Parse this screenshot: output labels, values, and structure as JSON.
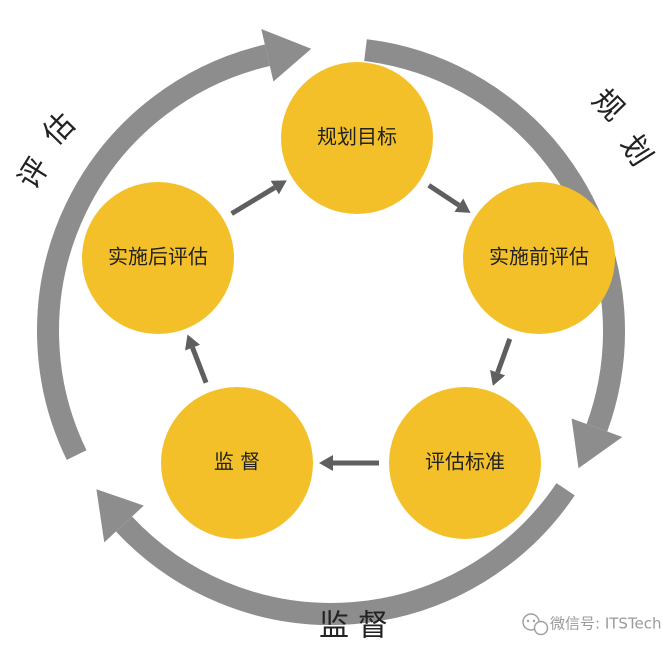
{
  "colors": {
    "node_fill": "#f4c02a",
    "ring": "#8d8d8d",
    "connector": "#5f5f5f",
    "text": "#222222"
  },
  "nodes": [
    {
      "id": "planning-goal",
      "label": "规划目标"
    },
    {
      "id": "pre-assessment",
      "label": "实施前评估"
    },
    {
      "id": "assessment-standard",
      "label": "评估标准"
    },
    {
      "id": "supervision",
      "label": "监 督"
    },
    {
      "id": "post-assessment",
      "label": "实施后评估"
    }
  ],
  "outer_cycle": [
    {
      "id": "planning",
      "chars": [
        "规",
        "划"
      ]
    },
    {
      "id": "supervision",
      "chars": [
        "监",
        "督"
      ]
    },
    {
      "id": "evaluation",
      "chars": [
        "评",
        "估"
      ]
    }
  ],
  "watermark": {
    "icon": "wechat-icon",
    "text": "微信号: ITSTech"
  }
}
